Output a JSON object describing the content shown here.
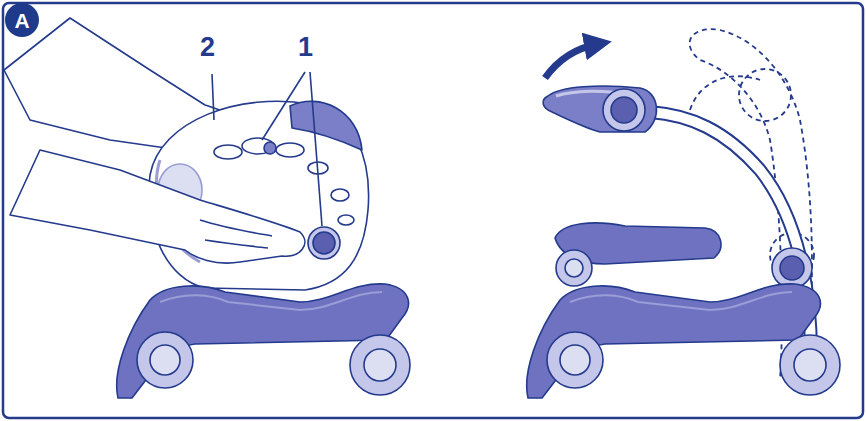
{
  "diagram": {
    "nodes": [
      {
        "text": [
          "A"
        ]
      }
    ],
    "labels": [
      "2",
      "1"
    ]
  }
}
